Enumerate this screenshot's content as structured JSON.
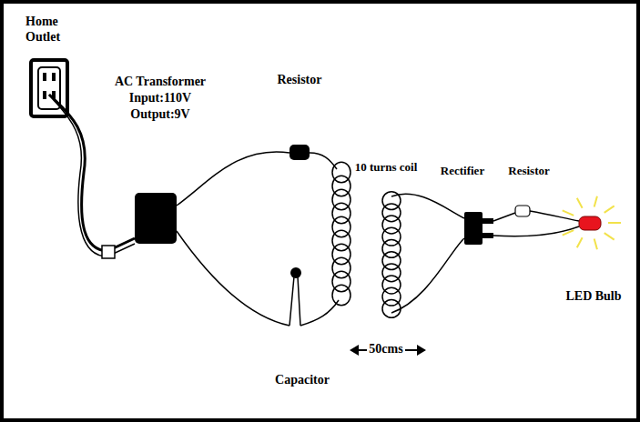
{
  "diagram": {
    "labels": [
      "Home Outlet",
      "AC Transformer",
      "Input:110V",
      "Output:9V",
      "Resistor",
      "10 turns coil",
      "Rectifier",
      "Resistor",
      "LED Bulb",
      "Capacitor",
      "50cms"
    ]
  }
}
